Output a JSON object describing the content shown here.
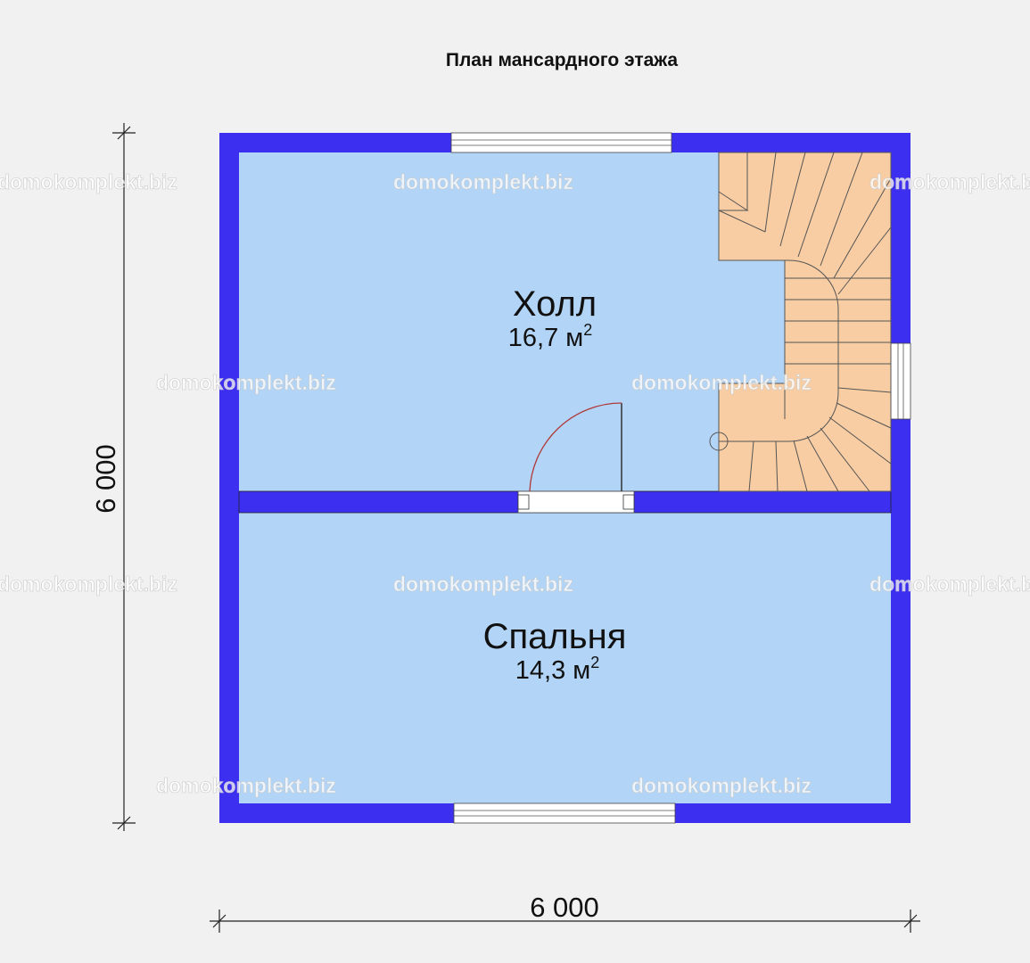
{
  "title": "План мансардного этажа",
  "rooms": [
    {
      "name": "Холл",
      "area": "16,7 м",
      "unit_power": "2"
    },
    {
      "name": "Спальня",
      "area": "14,3 м",
      "unit_power": "2"
    }
  ],
  "dimensions": {
    "width": "6 000",
    "height": "6 000"
  },
  "watermark": "domokomplekt.biz",
  "colors": {
    "wall": "#3d2ff0",
    "floor": "#b2d5f7",
    "stairs": "#f8cda3",
    "background": "#f1f1f1",
    "door_arc": "#b03a3a"
  }
}
